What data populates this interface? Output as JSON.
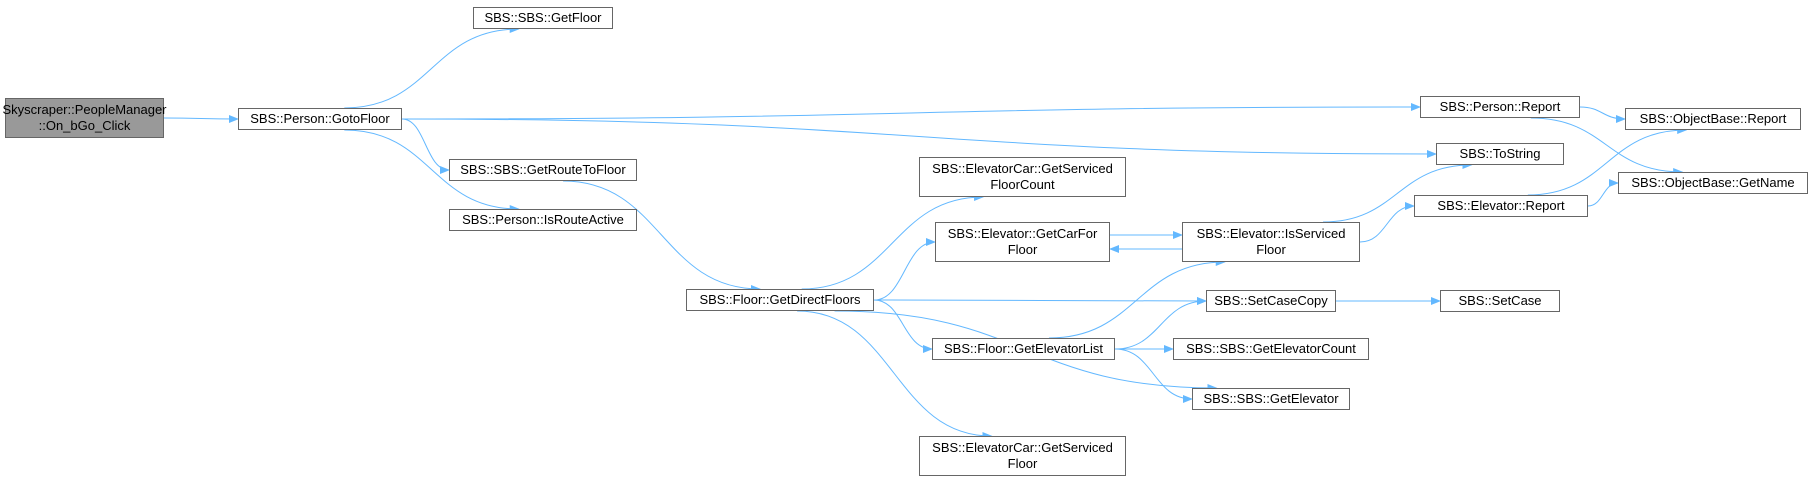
{
  "diagram": {
    "edge_color": "#63b8ff",
    "node_border": "#666666",
    "root_fill": "#999999",
    "nodes": {
      "people_manager_on_bgo_click": {
        "label": "Skyscraper::PeopleManager\n::On_bGo_Click",
        "is_root": true
      },
      "person_gotofloor": {
        "label": "SBS::Person::GotoFloor"
      },
      "sbs_getfloor": {
        "label": "SBS::SBS::GetFloor"
      },
      "sbs_getroutetofloor": {
        "label": "SBS::SBS::GetRouteToFloor"
      },
      "person_isrouteactive": {
        "label": "SBS::Person::IsRouteActive"
      },
      "person_report": {
        "label": "SBS::Person::Report"
      },
      "sbs_tostring": {
        "label": "SBS::ToString"
      },
      "objectbase_report": {
        "label": "SBS::ObjectBase::Report"
      },
      "objectbase_getname": {
        "label": "SBS::ObjectBase::GetName"
      },
      "floor_getdirectfloors": {
        "label": "SBS::Floor::GetDirectFloors"
      },
      "elevatorcar_getservicedfloorcount": {
        "label": "SBS::ElevatorCar::GetServiced\nFloorCount"
      },
      "elevator_getcarforfloor": {
        "label": "SBS::Elevator::GetCarFor\nFloor"
      },
      "elevator_isservicedfloor": {
        "label": "SBS::Elevator::IsServiced\nFloor"
      },
      "elevator_report": {
        "label": "SBS::Elevator::Report"
      },
      "sbs_setcasecopy": {
        "label": "SBS::SetCaseCopy"
      },
      "sbs_setcase": {
        "label": "SBS::SetCase"
      },
      "floor_getelevatorlist": {
        "label": "SBS::Floor::GetElevatorList"
      },
      "sbs_getelevatorcount": {
        "label": "SBS::SBS::GetElevatorCount"
      },
      "sbs_getelevator": {
        "label": "SBS::SBS::GetElevator"
      },
      "elevatorcar_getservicedfloor": {
        "label": "SBS::ElevatorCar::GetServiced\nFloor"
      }
    },
    "edges": [
      [
        "people_manager_on_bgo_click",
        "person_gotofloor"
      ],
      [
        "person_gotofloor",
        "sbs_getfloor"
      ],
      [
        "person_gotofloor",
        "person_report"
      ],
      [
        "person_gotofloor",
        "sbs_tostring"
      ],
      [
        "person_gotofloor",
        "sbs_getroutetofloor"
      ],
      [
        "person_gotofloor",
        "person_isrouteactive"
      ],
      [
        "person_report",
        "objectbase_report"
      ],
      [
        "person_report",
        "objectbase_getname"
      ],
      [
        "sbs_getroutetofloor",
        "floor_getdirectfloors"
      ],
      [
        "floor_getdirectfloors",
        "elevatorcar_getservicedfloorcount"
      ],
      [
        "floor_getdirectfloors",
        "elevator_getcarforfloor"
      ],
      [
        "floor_getdirectfloors",
        "sbs_setcasecopy"
      ],
      [
        "floor_getdirectfloors",
        "floor_getelevatorlist"
      ],
      [
        "floor_getdirectfloors",
        "sbs_getelevator"
      ],
      [
        "floor_getdirectfloors",
        "elevatorcar_getservicedfloor"
      ],
      [
        "elevator_getcarforfloor",
        "elevator_isservicedfloor"
      ],
      [
        "elevator_isservicedfloor",
        "elevator_getcarforfloor"
      ],
      [
        "elevator_isservicedfloor",
        "sbs_tostring"
      ],
      [
        "elevator_isservicedfloor",
        "elevator_report"
      ],
      [
        "elevator_report",
        "objectbase_report"
      ],
      [
        "elevator_report",
        "objectbase_getname"
      ],
      [
        "sbs_setcasecopy",
        "sbs_setcase"
      ],
      [
        "floor_getelevatorlist",
        "elevator_isservicedfloor"
      ],
      [
        "floor_getelevatorlist",
        "sbs_setcasecopy"
      ],
      [
        "floor_getelevatorlist",
        "sbs_getelevatorcount"
      ],
      [
        "floor_getelevatorlist",
        "sbs_getelevator"
      ]
    ]
  }
}
